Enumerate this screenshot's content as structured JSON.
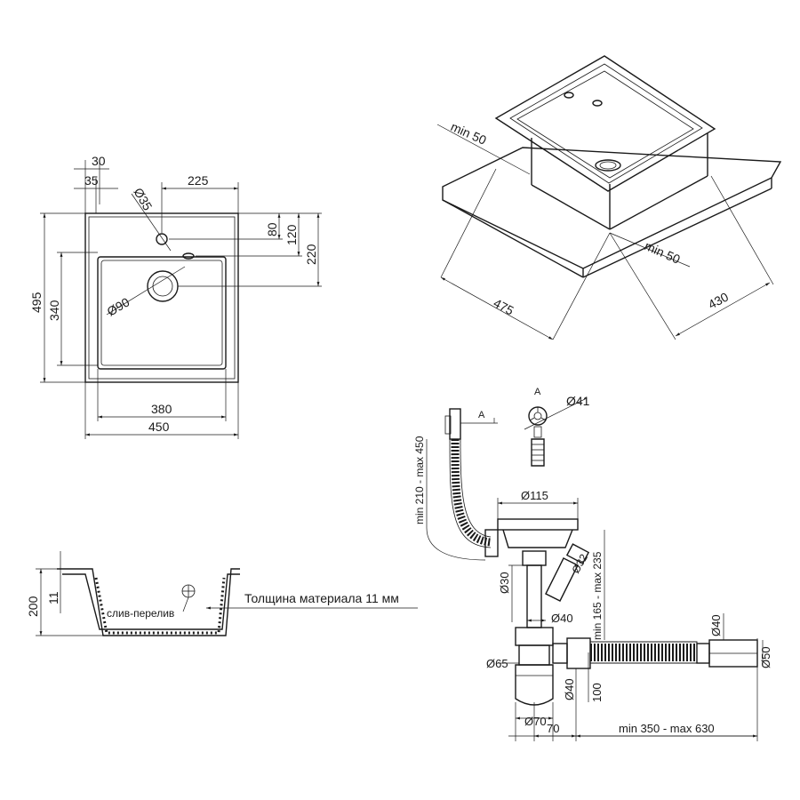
{
  "top_view": {
    "dim_30": "30",
    "dim_35": "35",
    "dim_phi35": "Ø35",
    "dim_225": "225",
    "dim_80": "80",
    "dim_120": "120",
    "dim_220": "220",
    "dim_495": "495",
    "dim_340": "340",
    "dim_phi90": "Ø90",
    "dim_380": "380",
    "dim_450": "450"
  },
  "iso_view": {
    "min50_a": "min 50",
    "min50_b": "min 50",
    "dim_475": "475",
    "dim_430": "430"
  },
  "section_view": {
    "dim_200": "200",
    "dim_11": "11",
    "overflow_label": "слив-перелив",
    "thickness_label": "Толщина материала 11 мм"
  },
  "drain_view": {
    "label_a1": "A",
    "label_a2": "A",
    "dim_phi41": "Ø41",
    "hose_range": "min 210 - max 450",
    "dim_phi115": "Ø115",
    "dim_phi32": "Ø32",
    "dim_165_235": "min 165 - max 235",
    "dim_phi30": "Ø30",
    "dim_phi40a": "Ø40",
    "dim_phi40b": "Ø40",
    "dim_phi65": "Ø65",
    "dim_phi40c": "Ø40",
    "dim_100": "100",
    "dim_phi50": "Ø50",
    "dim_phi70": "Ø70",
    "dim_70": "70",
    "dim_350_630": "min 350 - max 630"
  }
}
